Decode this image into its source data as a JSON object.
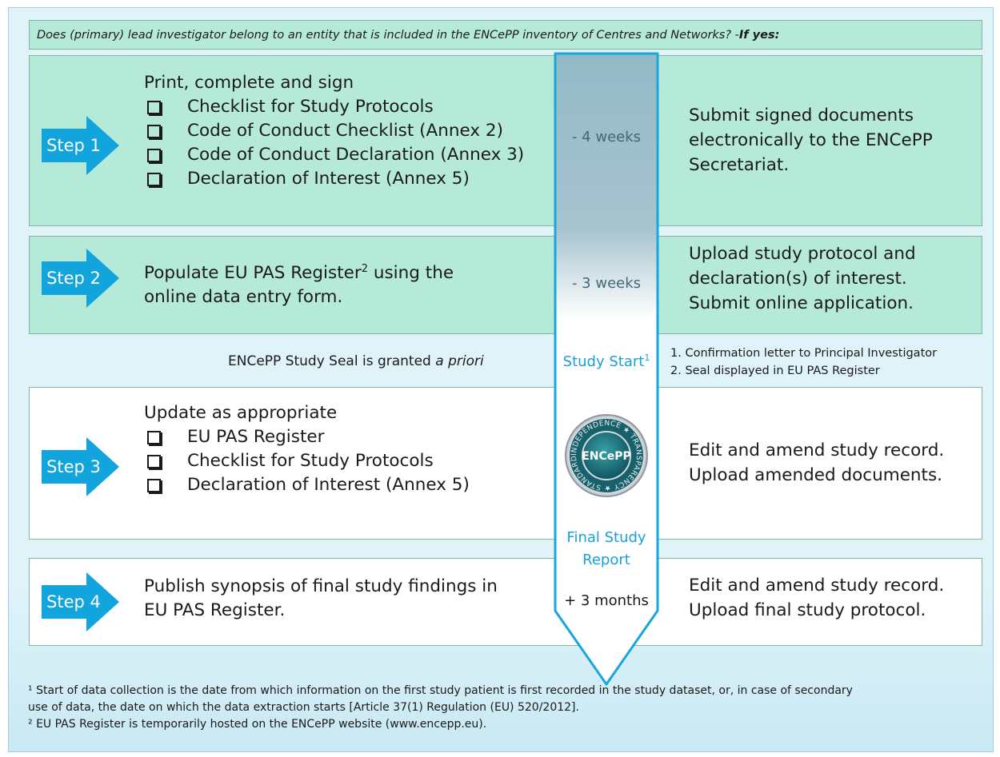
{
  "header": {
    "question": "Does (primary) lead investigator  belong to an entity that is included in the  ENCePP inventory of Centres and Networks? - ",
    "answer": "If yes:"
  },
  "steps": [
    {
      "label": "Step 1",
      "intro": "Print, complete and sign",
      "checklist": [
        "Checklist for Study Protocols",
        "Code of Conduct Checklist (Annex 2)",
        "Code of Conduct Declaration (Annex 3)",
        "Declaration of Interest (Annex 5)"
      ],
      "timing": "- 4 weeks",
      "action": [
        "Submit signed documents",
        "electronically to the ENCePP",
        "Secretariat."
      ]
    },
    {
      "label": "Step 2",
      "intro_line1_pre": "Populate EU PAS Register",
      "intro_sup": "2",
      "intro_line1_post": " using the",
      "intro_line2": "online data entry form.",
      "timing": "- 3 weeks",
      "action": [
        "Upload study protocol and",
        "declaration(s) of interest.",
        "Submit online application."
      ]
    },
    {
      "label": "Step 3",
      "intro": "Update as appropriate",
      "checklist": [
        "EU PAS Register",
        "Checklist for Study Protocols",
        "Declaration of Interest (Annex 5)"
      ],
      "action": [
        "Edit and amend study record.",
        "Upload amended documents."
      ]
    },
    {
      "label": "Step 4",
      "intro": [
        "Publish synopsis of final study findings in",
        "EU PAS Register."
      ],
      "timing": "+ 3 months",
      "action": [
        "Edit and amend study record.",
        "Upload final study protocol."
      ]
    }
  ],
  "seal": {
    "text": "ENCePP Study Seal  is granted ",
    "text_italic": "a priori",
    "study_start": "Study Start",
    "study_start_sup": "1",
    "outcomes": [
      "1.   Confirmation letter to Principal Investigator",
      "2.   Seal displayed in EU PAS Register"
    ],
    "logo_text": "ENCePP",
    "logo_ring_text": "INDEPENDENCE ★ TRANSPARENCY ★ STANDARDS ★"
  },
  "final_report": [
    "Final Study",
    "Report"
  ],
  "footnotes": [
    "¹ Start of data collection is the date from which information on the first study patient is first recorded in the study dataset,  or, in case of secondary",
    "use of data, the date on which the data extraction starts [Article 37(1) Regulation (EU) 520/2012].",
    "² EU PAS Register is temporarily hosted on the ENCePP website (www.encepp.eu)."
  ],
  "colors": {
    "step_green": "#b6ead8",
    "arrow_blue": "#12a4dc",
    "timeline_border": "#18a6dc",
    "frame_bg": "#dff3f9"
  }
}
